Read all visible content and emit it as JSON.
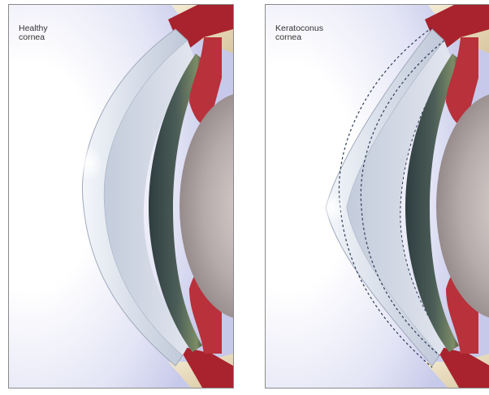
{
  "panels": [
    {
      "label": "Healthy\ncornea",
      "condition": "healthy"
    },
    {
      "label": "Keratoconus\ncornea",
      "condition": "keratoconus"
    }
  ],
  "colors": {
    "background_haze": "#c9cbeb",
    "sclera_tan": "#efe4c7",
    "tissue_red": "#a8232d",
    "iris_dark": "#3e4f52",
    "iris_green": "#6d7f63",
    "lens_gray": "#b5aba8",
    "cornea_edge": "#e6ebf2",
    "dashed_outline": "#2f3a55"
  }
}
